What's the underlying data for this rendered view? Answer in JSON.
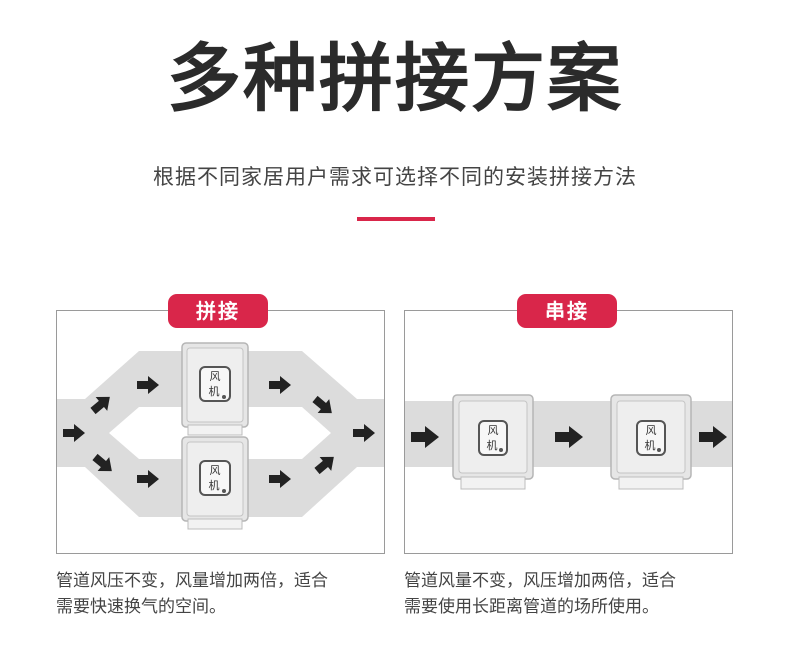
{
  "header": {
    "title": "多种拼接方案",
    "subtitle": "根据不同家居用户需求可选择不同的安装拼接方法"
  },
  "colors": {
    "accent": "#d9264a",
    "duct": "#dcdcdc",
    "arrow": "#222222"
  },
  "panels": [
    {
      "badge": "拼接",
      "fan_label_1": "风",
      "fan_label_2": "机",
      "caption_line1": "管道风压不变，风量增加两倍，适合",
      "caption_line2": "需要快速换气的空间。"
    },
    {
      "badge": "串接",
      "fan_label_1": "风",
      "fan_label_2": "机",
      "caption_line1": "管道风量不变，风压增加两倍，适合",
      "caption_line2": "需要使用长距离管道的场所使用。"
    }
  ],
  "icons": {
    "arrow": "arrow-right-icon",
    "fan": "fan-unit-icon"
  }
}
